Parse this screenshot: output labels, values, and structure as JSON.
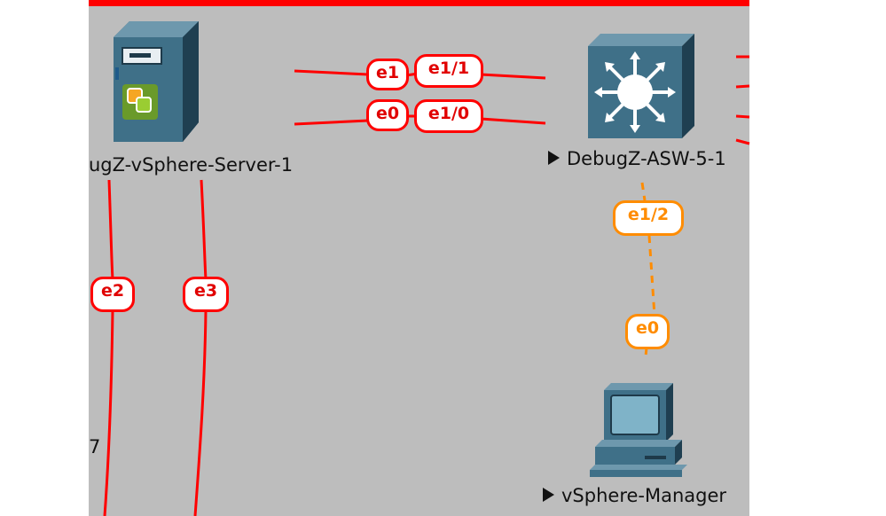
{
  "colors": {
    "link_red": "#ff0000",
    "link_orange": "#ff8c00",
    "canvas": "#bdbdbd"
  },
  "nodes": {
    "server": {
      "label": "ugZ-vSphere-Server-1",
      "icon": "vsphere-server-icon"
    },
    "switch": {
      "label": "DebugZ-ASW-5-1",
      "icon": "multilayer-switch-icon"
    },
    "manager": {
      "label": "vSphere-Manager",
      "icon": "computer-icon"
    }
  },
  "interfaces": {
    "server_e1": "e1",
    "switch_e1_1": "e1/1",
    "server_e0": "e0",
    "switch_e1_0": "e1/0",
    "switch_e1_2": "e1/2",
    "manager_e0": "e0",
    "server_e2": "e2",
    "server_e3": "e3"
  },
  "fragments": {
    "left_digit": "7"
  }
}
